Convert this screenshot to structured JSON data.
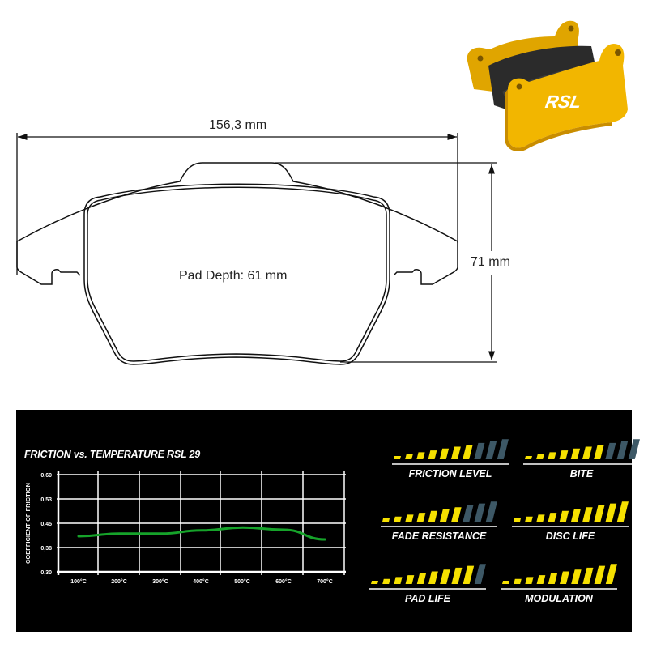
{
  "drawing": {
    "width_label": "156,3 mm",
    "height_label": "71 mm",
    "pad_depth_label": "Pad Depth: 61 mm"
  },
  "product_image": {
    "logo_text": "RSL",
    "pad_color": "#f2b600",
    "friction_material_color": "#2e2e2e"
  },
  "panel": {
    "background": "#000000"
  },
  "chart_data": {
    "type": "line",
    "title": "FRICTION vs. TEMPERATURE RSL 29",
    "xlabel": "",
    "ylabel": "COEFFICIENT OF FRICTION",
    "categories": [
      "100°C",
      "200°C",
      "300°C",
      "400°C",
      "500°C",
      "600°C",
      "700°C"
    ],
    "y_ticks": [
      "0,60",
      "0,53",
      "0,45",
      "0,38",
      "0,30"
    ],
    "ylim": [
      0.3,
      0.6
    ],
    "grid": true,
    "series": [
      {
        "name": "RSL 29",
        "color": "#16a32a",
        "x": [
          100,
          200,
          300,
          400,
          500,
          600,
          700
        ],
        "values": [
          0.41,
          0.418,
          0.418,
          0.428,
          0.437,
          0.43,
          0.4
        ]
      }
    ]
  },
  "ratings": {
    "active_color": "#f5e000",
    "inactive_color": "#3d5866",
    "max": 10,
    "items": [
      {
        "label": "FRICTION LEVEL",
        "value": 7
      },
      {
        "label": "BITE",
        "value": 7
      },
      {
        "label": "FADE RESISTANCE",
        "value": 7
      },
      {
        "label": "DISC LIFE",
        "value": 10
      },
      {
        "label": "PAD LIFE",
        "value": 9
      },
      {
        "label": "MODULATION",
        "value": 10
      }
    ]
  }
}
